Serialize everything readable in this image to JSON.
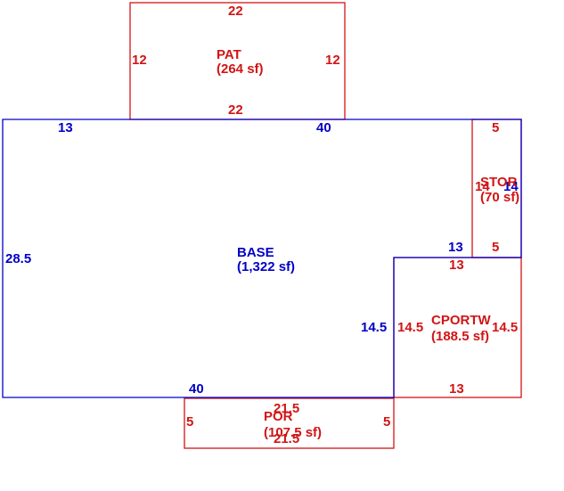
{
  "colors": {
    "base": "#0000c8",
    "addition": "#d21414"
  },
  "areas": {
    "pat": {
      "name": "PAT",
      "area": "(264 sf)"
    },
    "base": {
      "name": "BASE",
      "area": "(1,322 sf)"
    },
    "stor": {
      "name": "STOR",
      "area": "(70 sf)"
    },
    "cportw": {
      "name": "CPORTW",
      "area": "(188.5 sf)"
    },
    "por": {
      "name": "POR",
      "area": "(107.5 sf)"
    }
  },
  "dims": {
    "pat_top": "22",
    "pat_left": "12",
    "pat_right": "12",
    "pat_bottom": "22",
    "base_top_left": "13",
    "base_top_mid": "40",
    "base_left": "28.5",
    "base_step": "13",
    "base_inner": "14.5",
    "base_bottom": "40",
    "stor_top": "5",
    "stor_left": "14",
    "stor_right": "14",
    "stor_bottom": "5",
    "cportw_top": "13",
    "cportw_left": "14.5",
    "cportw_right": "14.5",
    "cportw_bottom": "13",
    "por_top": "21.5",
    "por_left": "5",
    "por_right": "5",
    "por_bottom": "21.5"
  }
}
